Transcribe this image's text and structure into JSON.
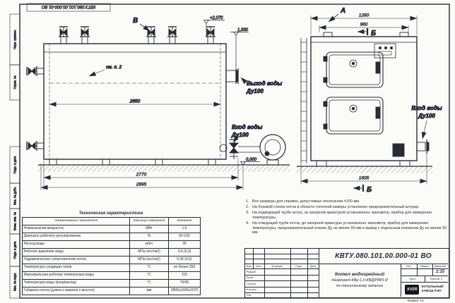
{
  "stamp_rotated": "КВТУ.080.101.00.000-01 ВО",
  "margin": {
    "labels": [
      "Перв. примен.",
      "Справ. №",
      "Подп. и дата",
      "Инв. № дубл.",
      "Взам. инв. №",
      "Подп. и дата",
      "Инв. № подл."
    ]
  },
  "drawing": {
    "view_b": "В",
    "view_a": "А",
    "section_b": "Б",
    "see_note": "см. п. 2",
    "elev_top": "+2,070",
    "elev_mid": "1,930",
    "elev_zero": "0,000",
    "dims": {
      "d2650": "2650",
      "d2770": "2770",
      "d2895": "2895",
      "d1260": "1260",
      "d960": "960",
      "d1605": "1605"
    },
    "callouts": {
      "outlet_line1": "Выход воды",
      "outlet_line2": "Ду100",
      "inlet_line1": "Вход воды",
      "inlet_line2": "Ду100",
      "inlet_right_line1": "Вход воды",
      "inlet_right_line2": "Ду100"
    }
  },
  "tech_table": {
    "title": "Техническая характеристика",
    "col_name": "Наименование показателя",
    "col_unit": "Единица измерения",
    "col_value": "Значение",
    "rows": [
      {
        "name": "Номинальная мощность",
        "unit": "МВт",
        "value": "1,0"
      },
      {
        "name": "Диапазон рабочего регулирования",
        "unit": "%",
        "value": "50-100"
      },
      {
        "name": "Расход воды",
        "unit": "м3/ч",
        "value": "35"
      },
      {
        "name": "Рабочее давление воды",
        "unit": "МПа (кгс/см2)",
        "value": "0,6 (6,0)"
      },
      {
        "name": "Гидравлическое сопротивление котла",
        "unit": "МПа (кгс/см2)",
        "value": "0,06 (0,6)"
      },
      {
        "name": "Температура уходящих газов",
        "unit": "°С",
        "value": "не более 250"
      },
      {
        "name": "Максимальная рабочая температура воды",
        "unit": "°С",
        "value": "115"
      },
      {
        "name": "Температура воды (вход/выход)",
        "unit": "°С",
        "value": "70/95"
      },
      {
        "name": "Габариты котла (длина х ширина х высота)",
        "unit": "мм",
        "value": "2895х1605х2070"
      }
    ]
  },
  "notes": [
    {
      "num": "1.",
      "text": "Все размеры для справок, допустимые отклонения ±100 мм."
    },
    {
      "num": "2.",
      "text": "На боковой стенке котла в области топочной камеры установлен предохранительный штуцер"
    },
    {
      "num": "3.",
      "text": "На подводящей трубе котла, за запорной арматурой установлены: манометр, прибор для измерения температуры."
    },
    {
      "num": "4.",
      "text": "На отводящей трубе котла, до запорной арматуры установлены: манометр, прибор для измерения температуры, предохранительный клапан Ду не менее 50 мм и вывод с отдельным клапаном Ду не менее 50 мм."
    }
  ],
  "title_block": {
    "doc_number": "КВТУ.080.101.00.000-01 ВО",
    "product_line1": "Котел водогрейный",
    "product_line2": "Heatexpert-КВр-1,0-КВД(РВР) И",
    "product_line3": "по техническому заданию",
    "rev_cols": [
      "Изм.",
      "Лист",
      "№ докум.",
      "Подп.",
      "Дата"
    ],
    "sig_rows": [
      "Разраб.",
      "Пров.",
      "Т.контр.",
      "Н.контр.",
      "Утв."
    ],
    "lit_label": "Лит.",
    "mass_label": "Масса",
    "scale_label": "Масштаб",
    "scale_value": "1:15",
    "sheet_label": "Лист",
    "sheets_label": "Листов",
    "sheets_value": "2",
    "logo_text": "KVZR",
    "company_line1": "КОТЕЛЬНЫЙ",
    "company_line2": "ЗАВОД РЭП",
    "format_text": "Формат А3"
  }
}
